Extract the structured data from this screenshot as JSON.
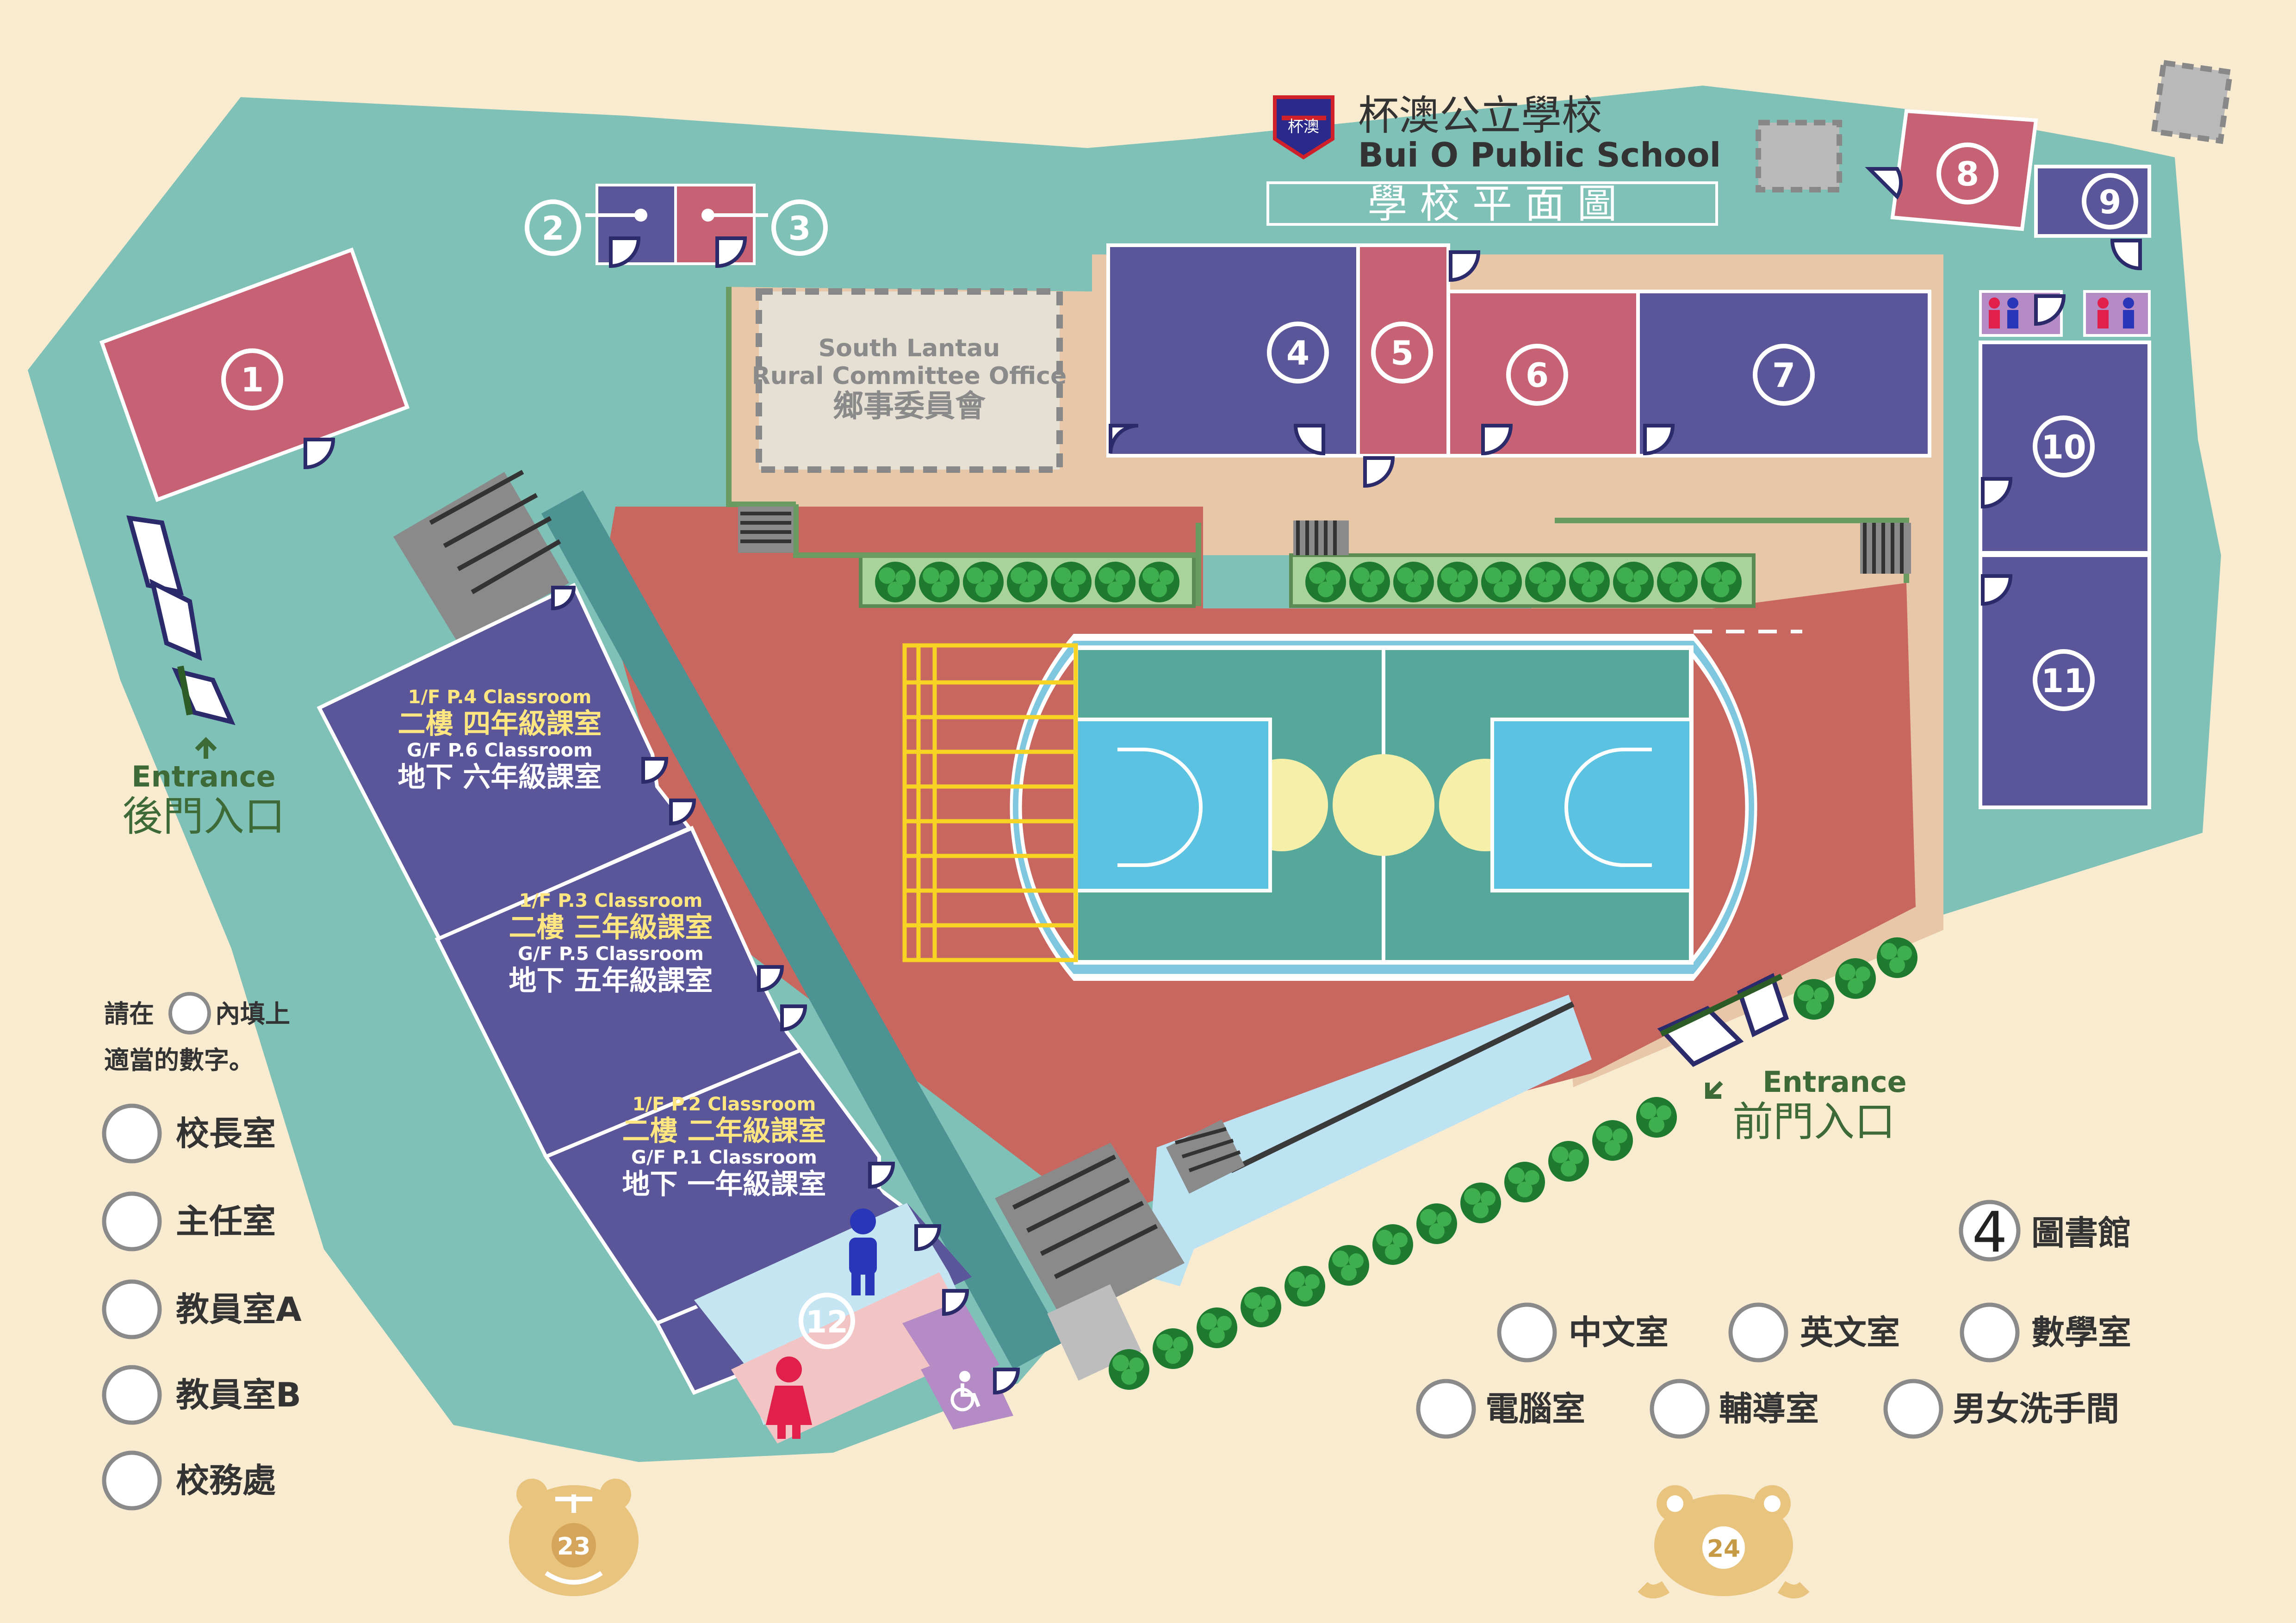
{
  "header": {
    "school_cn": "杯澳公立學校",
    "school_en": "Bui O Public School",
    "subtitle": "學 校 平 面 圖",
    "logo_text": "杯澳"
  },
  "colors": {
    "background": "#f9ebcf",
    "ground": "#7fc0b7",
    "purple_room": "#5a5699",
    "pink_room": "#c76275",
    "track_red": "#c8675f",
    "court_green": "#56a89a",
    "path_tan": "#e8c7a8",
    "entrance_green": "#3d6a37"
  },
  "rooms": {
    "r1": "1",
    "r2": "2",
    "r3": "3",
    "r4": "4",
    "r5": "5",
    "r6": "6",
    "r7": "7",
    "r8": "8",
    "r9": "9",
    "r10": "10",
    "r11": "11",
    "r12": "12"
  },
  "committee_office": {
    "line1": "South Lantau",
    "line2": "Rural Committee Office",
    "line3": "鄉事委員會"
  },
  "classrooms": [
    {
      "en_upper": "1/F P.4 Classroom",
      "cn_upper": "二樓 四年級課室",
      "en_lower": "G/F P.6 Classroom",
      "cn_lower": "地下 六年級課室"
    },
    {
      "en_upper": "1/F P.3 Classroom",
      "cn_upper": "二樓 三年級課室",
      "en_lower": "G/F P.5 Classroom",
      "cn_lower": "地下 五年級課室"
    },
    {
      "en_upper": "1/F P.2 Classroom",
      "cn_upper": "二樓 二年級課室",
      "en_lower": "G/F P.1 Classroom",
      "cn_lower": "地下 一年級課室"
    }
  ],
  "entrances": {
    "back_en": "Entrance",
    "back_cn": "後門入口",
    "front_en": "Entrance",
    "front_cn": "前門入口"
  },
  "instruction": {
    "line1a": "請在",
    "line1b": "內填上",
    "line2": "適當的數字。"
  },
  "legend_left": [
    "校長室",
    "主任室",
    "教員室A",
    "教員室B",
    "校務處"
  ],
  "legend_example": {
    "number": "4",
    "label": "圖書館"
  },
  "legend_right": [
    "中文室",
    "英文室",
    "數學室",
    "電腦室",
    "輔導室",
    "男女洗手間"
  ],
  "page_numbers": {
    "left": "23",
    "right": "24"
  }
}
